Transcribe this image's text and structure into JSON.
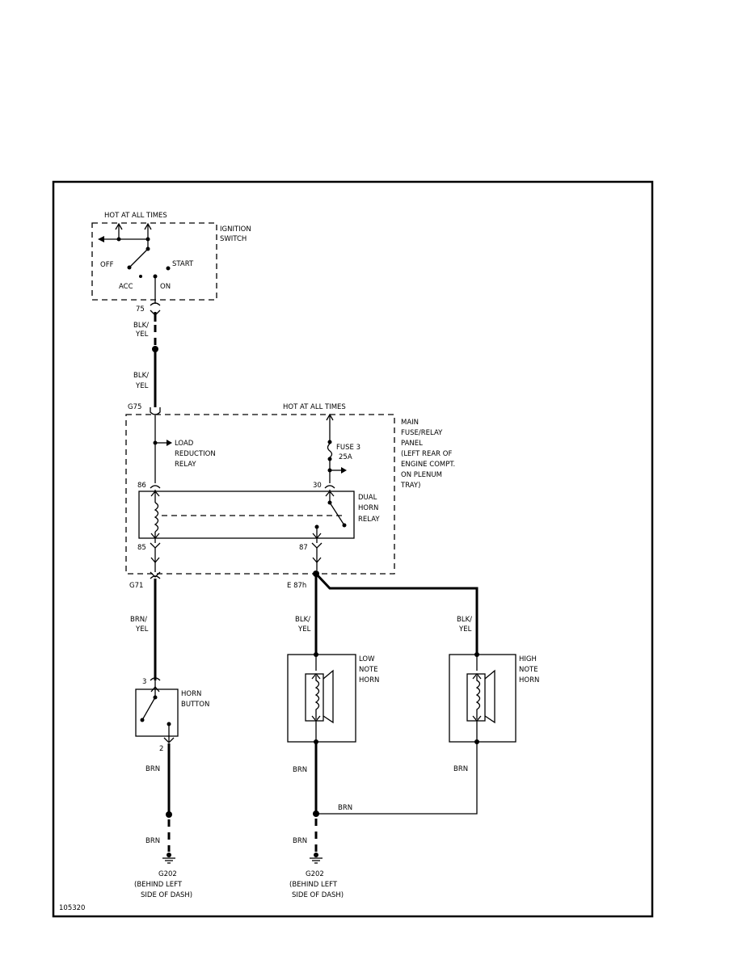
{
  "ignition": {
    "hot_label": "HOT AT ALL TIMES",
    "title_line1": "IGNITION",
    "title_line2": "SWITCH",
    "pos_off": "OFF",
    "pos_start": "START",
    "pos_acc": "ACC",
    "pos_on": "ON",
    "terminal": "75"
  },
  "wire_blk_yel": {
    "line1": "BLK/",
    "line2": "YEL"
  },
  "fuse_panel": {
    "terminal_left": "G75",
    "hot_label": "HOT AT ALL TIMES",
    "title_lines": [
      "MAIN",
      "FUSE/RELAY",
      "PANEL",
      "(LEFT REAR OF",
      "ENGINE COMPT.",
      "ON PLENUM",
      "TRAY)"
    ],
    "load_relay_lines": [
      "LOAD",
      "REDUCTION",
      "RELAY"
    ],
    "fuse_line1": "FUSE 3",
    "fuse_line2": "25A"
  },
  "horn_relay": {
    "pin86": "86",
    "pin30": "30",
    "pin85": "85",
    "pin87": "87",
    "title_lines": [
      "DUAL",
      "HORN",
      "RELAY"
    ]
  },
  "connectors": {
    "g71": "G71",
    "e87h": "E 87h"
  },
  "wire_brn_yel": {
    "line1": "BRN/",
    "line2": "YEL"
  },
  "horn_button": {
    "pin3": "3",
    "pin2": "2",
    "title_line1": "HORN",
    "title_line2": "BUTTON"
  },
  "low_horn": {
    "title_lines": [
      "LOW",
      "NOTE",
      "HORN"
    ]
  },
  "high_horn": {
    "title_lines": [
      "HIGH",
      "NOTE",
      "HORN"
    ]
  },
  "wire_brn": "BRN",
  "ground": {
    "id": "G202",
    "loc_line1": "(BEHIND LEFT",
    "loc_line2": "SIDE OF DASH)"
  },
  "figure_number": "105320"
}
